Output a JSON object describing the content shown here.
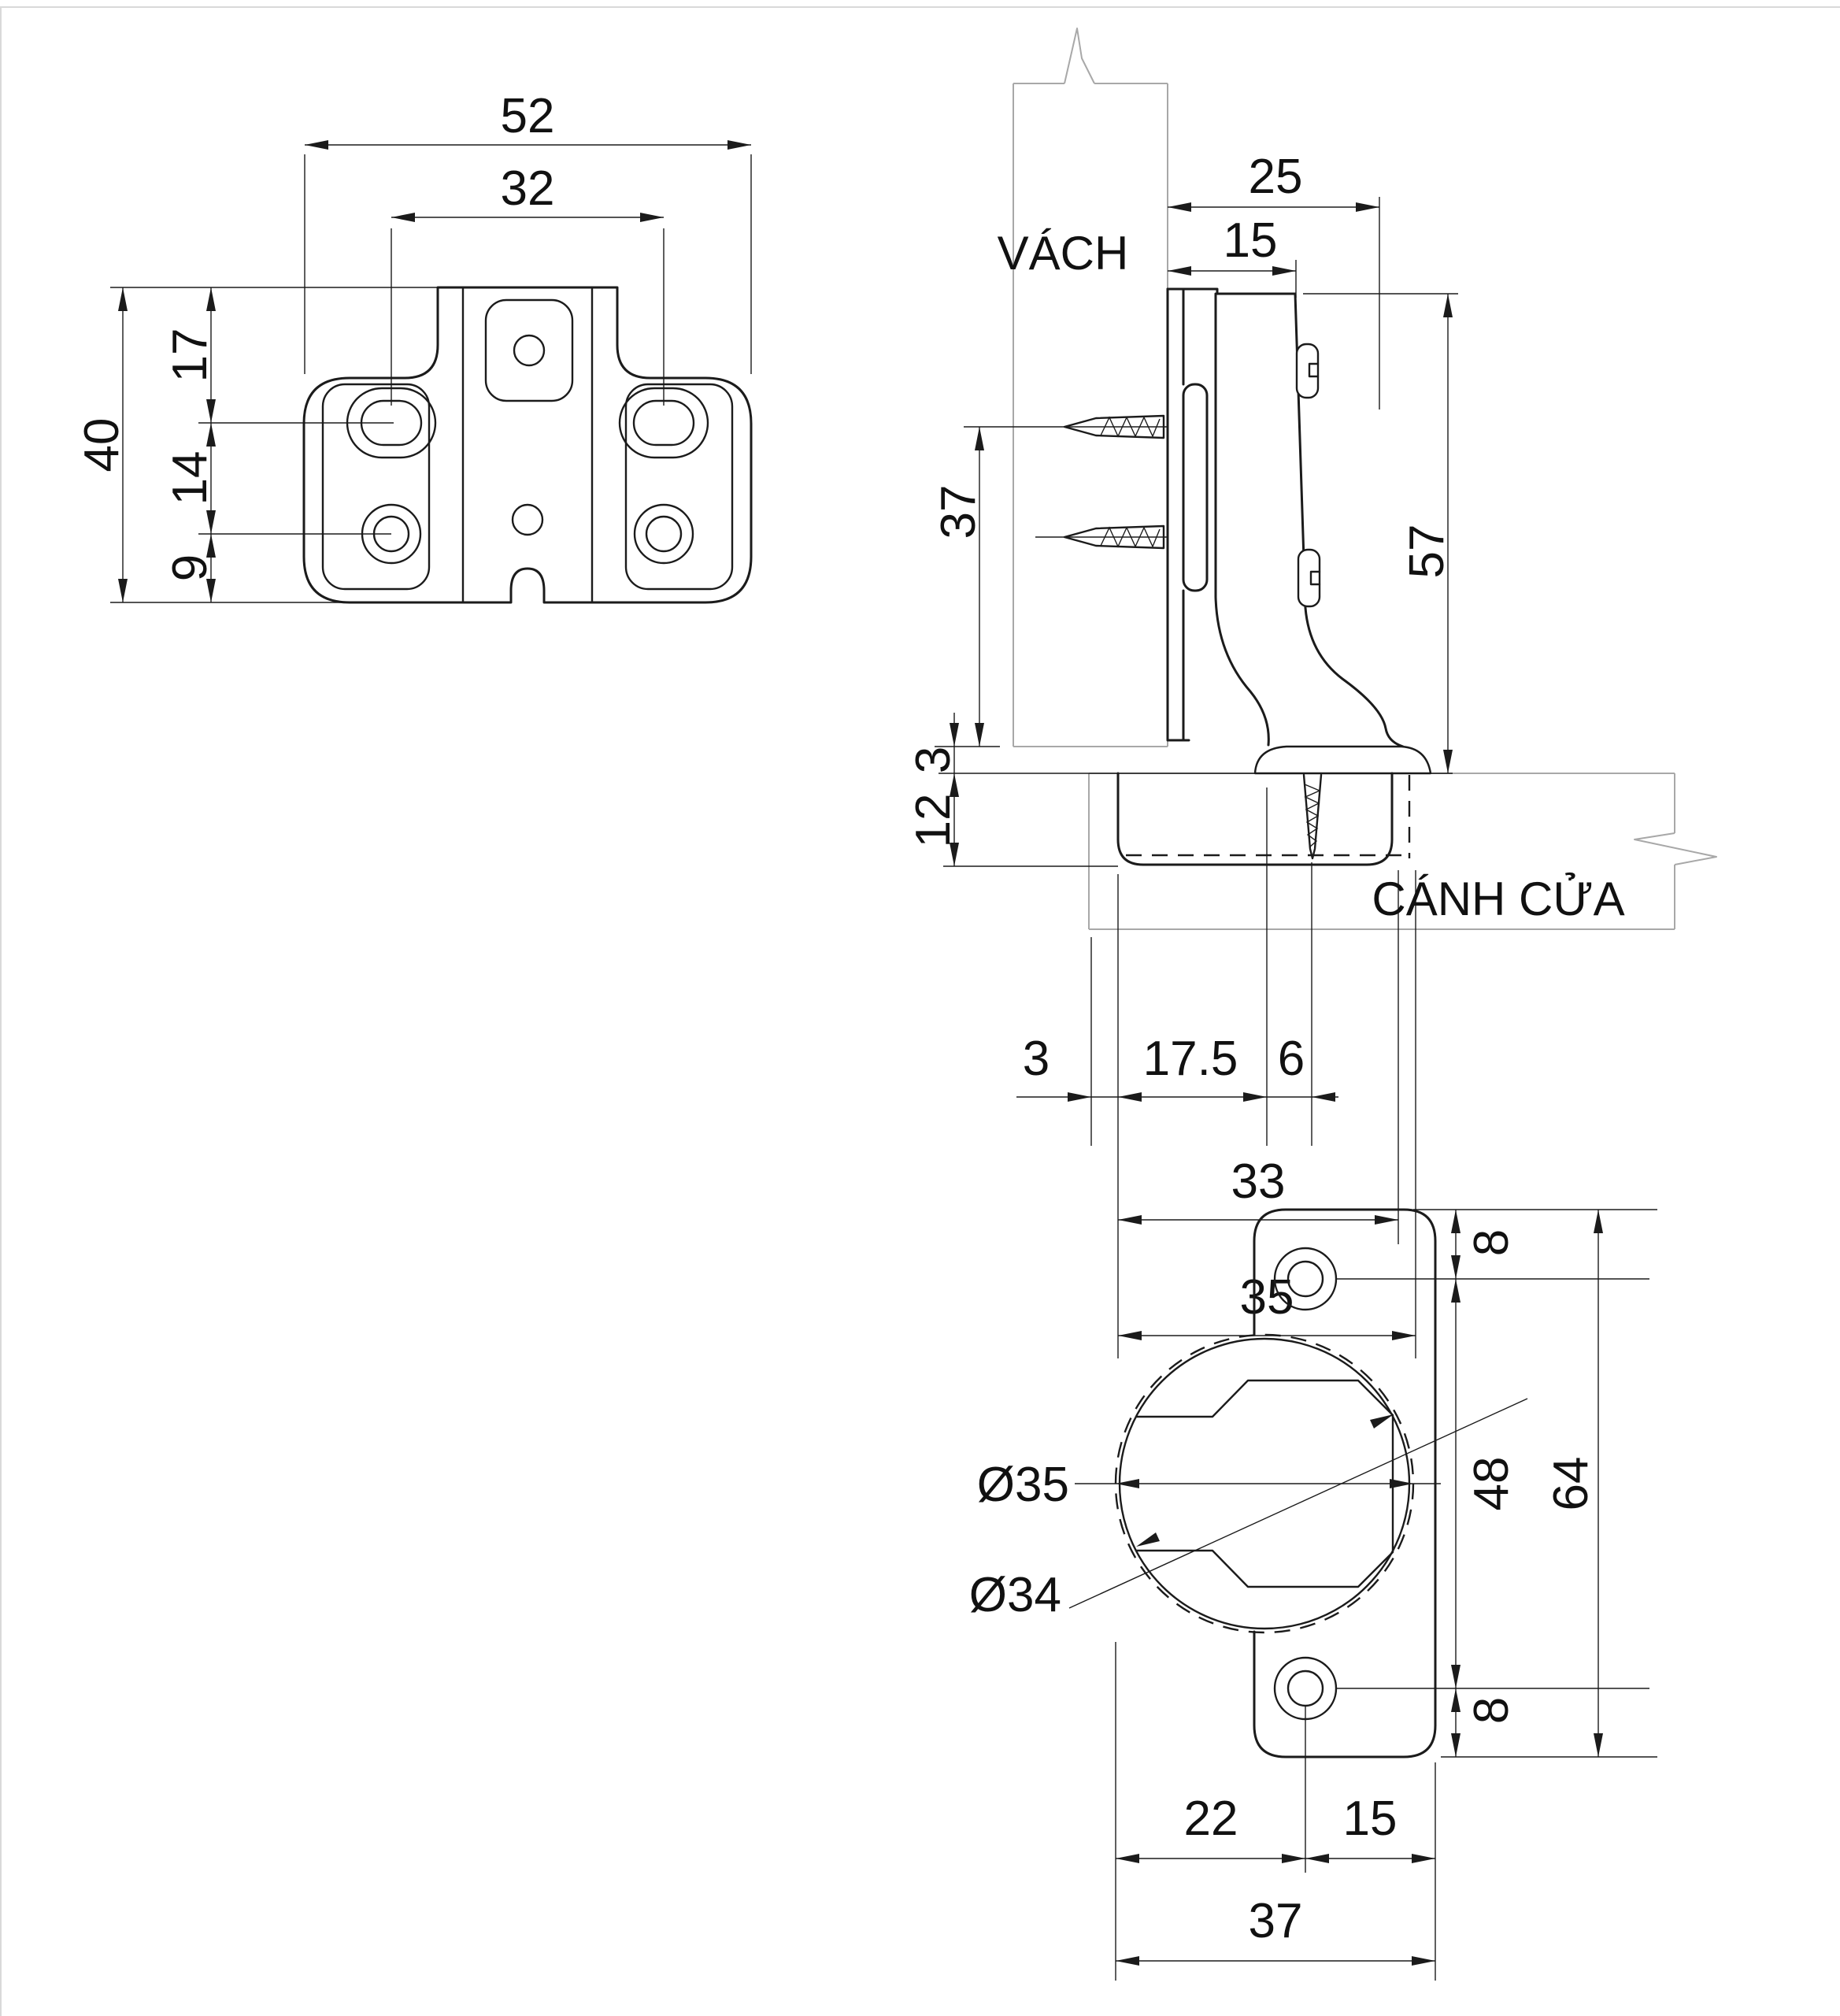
{
  "views": {
    "front": {
      "dims": {
        "overall_width": "52",
        "slot_spacing": "32",
        "overall_height": "40",
        "top_to_slot_center": "17",
        "slot_to_hole_center": "14",
        "hole_to_bottom": "9"
      }
    },
    "side": {
      "wall_label": "VÁCH",
      "door_label": "CÁNH CỬA",
      "dims": {
        "arm_overhang": "25",
        "arm_front_setback": "15",
        "overall_height": "57",
        "screw_to_wall_edge": "37",
        "wall_to_door_gap": "3",
        "cup_depth": "12",
        "door_edge_to_cup": "3",
        "cup_edge_to_center": "17.5",
        "center_to_screw": "6",
        "cup_body_width": "33",
        "cup_hole_width": "35"
      }
    },
    "plan": {
      "dims": {
        "hole_diameter": "Ø35",
        "cup_diameter": "Ø34",
        "screw_hole_spacing": "48",
        "plate_length": "64",
        "edge_to_screw_top": "8",
        "edge_to_screw_bottom": "8",
        "cup_to_screw_line": "22",
        "screw_line_to_edge": "15",
        "overall_width": "37"
      }
    }
  }
}
